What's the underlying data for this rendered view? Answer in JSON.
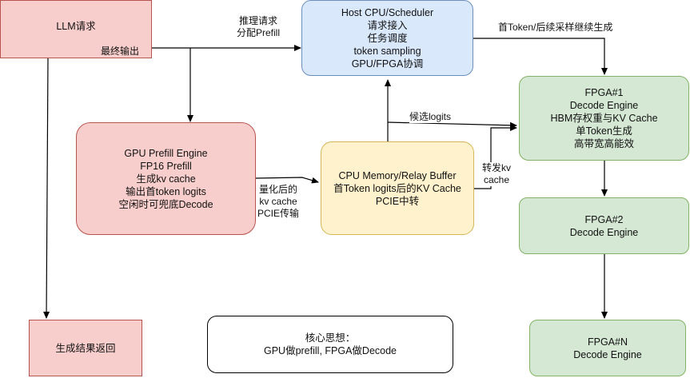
{
  "nodes": {
    "llm_request": {
      "title": "LLM请求",
      "sub": "最终输出",
      "fill": "#f8cecc"
    },
    "host_cpu": {
      "lines": [
        "Host CPU/Scheduler",
        "请求接入",
        "任务调度",
        "token sampling",
        "GPU/FPGA协调"
      ],
      "fill": "#dae8fc"
    },
    "gpu_prefill": {
      "lines": [
        "GPU Prefill Engine",
        "FP16 Prefill",
        "生成kv cache",
        "输出首token logits",
        "空闲时可兜底Decode"
      ],
      "fill": "#f8cecc"
    },
    "cpu_memory": {
      "lines": [
        "CPU Memory/Relay Buffer",
        "首Token logits后的KV Cache",
        "PCIE中转"
      ],
      "fill": "#fff2cc"
    },
    "fpga1": {
      "lines": [
        "FPGA#1",
        "Decode Engine",
        "HBM存权重与KV Cache",
        "单Token生成",
        "高带宽高能效"
      ],
      "fill": "#d5e8d4"
    },
    "fpga2": {
      "lines": [
        "FPGA#2",
        "Decode Engine"
      ],
      "fill": "#d5e8d4"
    },
    "fpgan": {
      "lines": [
        "FPGA#N",
        "Decode Engine"
      ],
      "fill": "#d5e8d4"
    },
    "result": {
      "lines": [
        "生成结果返回"
      ],
      "fill": "#f8cecc"
    },
    "core_idea": {
      "lines": [
        "核心思想：",
        "GPU做prefill, FPGA做Decode"
      ],
      "fill": "#ffffff"
    }
  },
  "edge_labels": {
    "to_host": [
      "推理请求",
      "分配Prefill"
    ],
    "to_fpga1": "首Token/后续采样继续生成",
    "candidate_logits": "候选logits",
    "quantized": [
      "量化后的",
      "kv cache",
      "PCIE传输"
    ],
    "forward_kv": [
      "转发kv",
      "cache"
    ]
  }
}
